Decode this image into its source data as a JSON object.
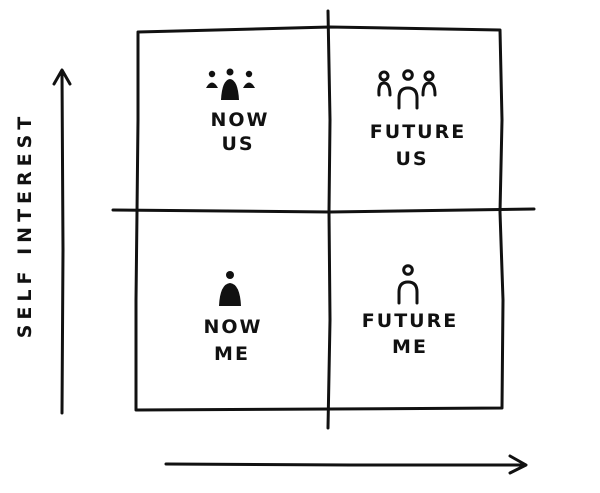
{
  "axes": {
    "y_label": "SELF INTEREST",
    "x_label": ""
  },
  "quadrants": {
    "top_left": {
      "line1": "NOW",
      "line2": "US",
      "icon": "group-solid-icon"
    },
    "top_right": {
      "line1": "FUTURE",
      "line2": "US",
      "icon": "group-outline-icon"
    },
    "bottom_left": {
      "line1": "NOW",
      "line2": "ME",
      "icon": "person-solid-icon"
    },
    "bottom_right": {
      "line1": "FUTURE",
      "line2": "ME",
      "icon": "person-outline-icon"
    }
  },
  "colors": {
    "ink": "#111111",
    "background": "#ffffff"
  }
}
